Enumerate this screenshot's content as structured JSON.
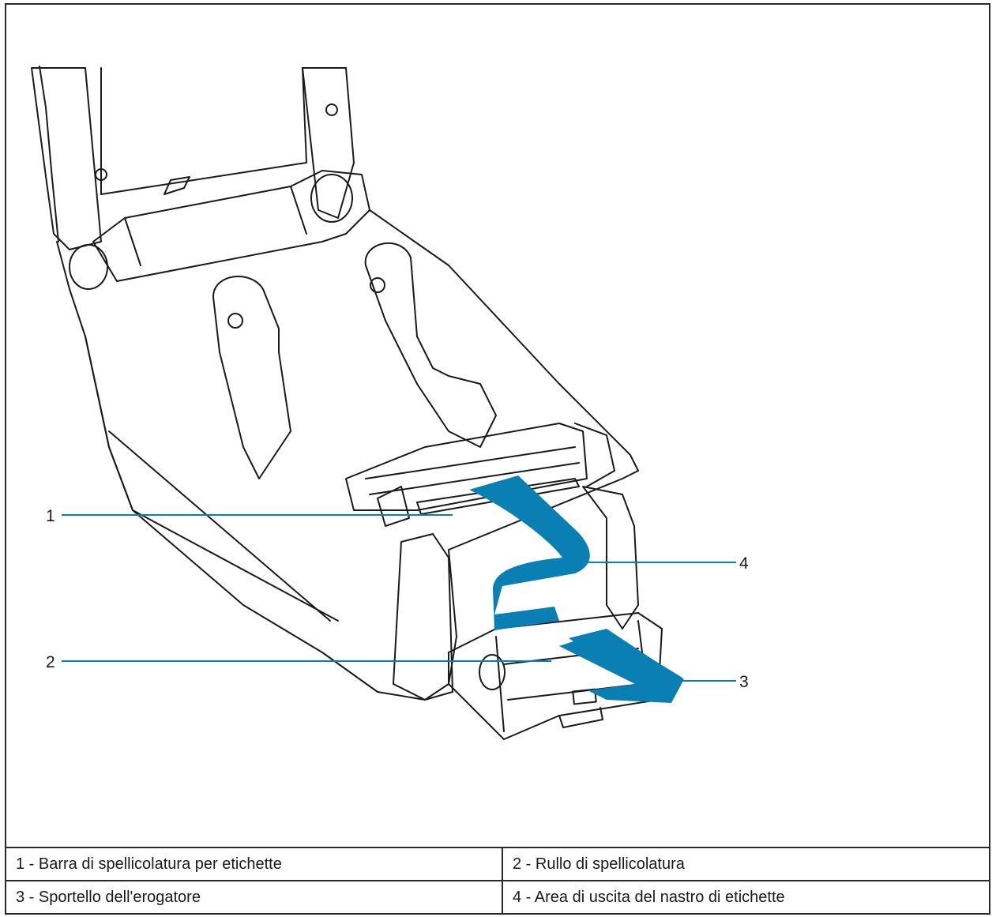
{
  "callouts": {
    "c1": "1",
    "c2": "2",
    "c3": "3",
    "c4": "4"
  },
  "legend": {
    "rows": [
      [
        "1 - Barra di spellicolatura per etichette",
        "2 - Rullo di spellicolatura"
      ],
      [
        "3 - Sportello dell'erogatore",
        "4 - Area di uscita del nastro di etichette"
      ]
    ]
  },
  "colors": {
    "label_liner": "#0a7fb3",
    "outline": "#1a1a1a",
    "frame": "#2a2a2a"
  }
}
